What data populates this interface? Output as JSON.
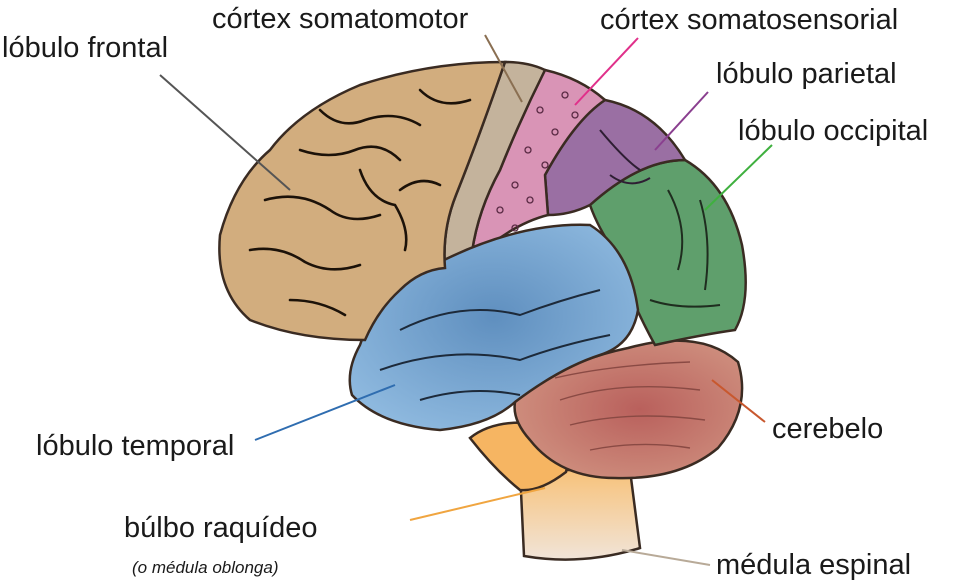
{
  "labels": {
    "somatomotor": "córtex somatomotor",
    "somatosensorial": "córtex somatosensorial",
    "frontal": "lóbulo frontal",
    "parietal": "lóbulo parietal",
    "occipital": "lóbulo occipital",
    "temporal": "lóbulo temporal",
    "cerebelo": "cerebelo",
    "bulbo": "búlbo raquídeo",
    "bulbo_note": "(o médula oblonga)",
    "medula": "médula espinal"
  },
  "colors": {
    "frontal": "#d2ad7e",
    "somatomotor": "#c4b39c",
    "somatosensorial": "#d994b6",
    "parietal": "#9a6fa3",
    "occipital": "#5f9f6c",
    "temporal": "#7aa7cf",
    "cerebelo": "#c47870",
    "bulbo": "#f6bf73",
    "medula": "#f2dcc6",
    "leader_frontal": "#555555",
    "leader_somatomotor": "#8a6f52",
    "leader_somatosensorial": "#e0308a",
    "leader_parietal": "#8a3f8f",
    "leader_occipital": "#3fb03f",
    "leader_temporal": "#2f6db0",
    "leader_cerebelo": "#c8582e",
    "leader_bulbo": "#f0a540",
    "leader_medula": "#b8aa98"
  }
}
